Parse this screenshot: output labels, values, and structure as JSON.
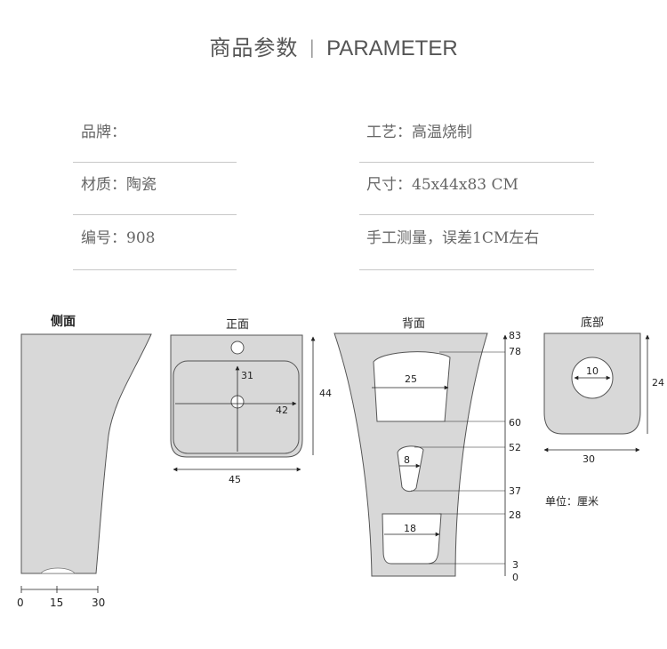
{
  "header": {
    "title_cn": "商品参数",
    "separator": "|",
    "title_en": "PARAMETER"
  },
  "params": {
    "brand": {
      "label": "品牌：",
      "value": ""
    },
    "material": {
      "label": "材质：",
      "value": "陶瓷"
    },
    "code": {
      "label": "编号：",
      "value": "908"
    },
    "process": {
      "label": "工艺：",
      "value": "高温烧制"
    },
    "size": {
      "label": "尺寸：",
      "value": "45x44x83 CM"
    },
    "note": {
      "text": "手工测量，误差1CM左右"
    }
  },
  "views": {
    "side": {
      "title": "侧面",
      "ticks": [
        "0",
        "15",
        "30"
      ]
    },
    "front": {
      "title": "正面",
      "inner_height": "31",
      "inner_width": "42",
      "width": "45",
      "height": "44"
    },
    "back": {
      "title": "背面",
      "top_cavity": "25",
      "mid_cavity": "8",
      "bottom_cavity": "18",
      "levels": [
        "83",
        "78",
        "60",
        "52",
        "37",
        "28",
        "3",
        "0"
      ]
    },
    "bottom": {
      "title": "底部",
      "hole": "10",
      "width": "30",
      "height": "24"
    }
  },
  "unit_note": "单位：厘米",
  "colors": {
    "ceramic": "#d8d8d8",
    "outline": "#555555",
    "line": "#c8c8c8"
  }
}
